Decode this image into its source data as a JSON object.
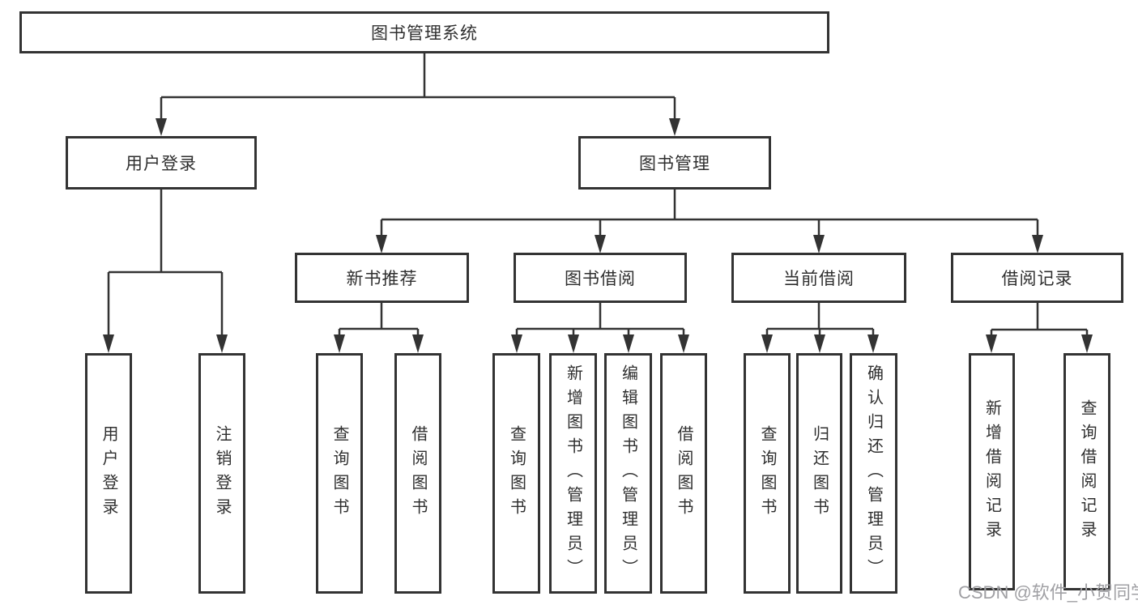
{
  "colors": {
    "line": "#333333",
    "box_border": "#333333",
    "text": "#2f2f2f",
    "watermark": "#a0a0a4",
    "background": "#ffffff"
  },
  "diagram": {
    "root": {
      "label": "图书管理系统"
    },
    "level2": {
      "user_login": {
        "label": "用户登录"
      },
      "book_management": {
        "label": "图书管理"
      }
    },
    "level3": {
      "new_book_recommend": {
        "label": "新书推荐"
      },
      "book_borrowing": {
        "label": "图书借阅"
      },
      "current_borrowing": {
        "label": "当前借阅"
      },
      "borrowing_records": {
        "label": "借阅记录"
      }
    },
    "leaves": {
      "user_login_leaf": {
        "label": "用户登录"
      },
      "logout": {
        "label": "注销登录"
      },
      "recommend_query_books": {
        "label": "查询图书"
      },
      "recommend_borrow_books": {
        "label": "借阅图书"
      },
      "borrowing_query_books": {
        "label": "查询图书"
      },
      "borrowing_add_books": {
        "label": "新增图书（管理员）"
      },
      "borrowing_edit_books": {
        "label": "编辑图书（管理员）"
      },
      "borrowing_borrow_books": {
        "label": "借阅图书"
      },
      "current_query_books": {
        "label": "查询图书"
      },
      "current_return_books": {
        "label": "归还图书"
      },
      "current_confirm_return": {
        "label": "确认归还（管理员）"
      },
      "records_add_record": {
        "label": "新增借阅记录"
      },
      "records_query_record": {
        "label": "查询借阅记录"
      }
    }
  },
  "watermark": "CSDN @软件_小贺同学"
}
